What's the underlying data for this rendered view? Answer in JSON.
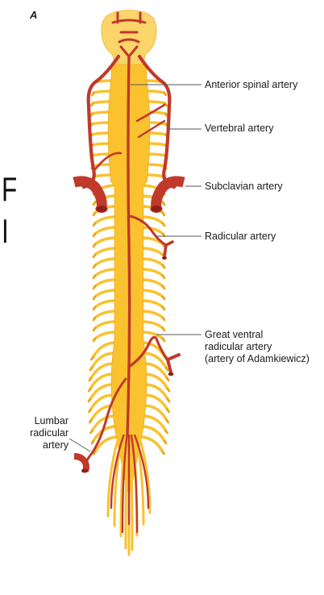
{
  "panel_letter": "A",
  "side_glyphs": [
    "F",
    "I"
  ],
  "colors": {
    "cord": "#f9c22e",
    "cord_dark": "#e9a414",
    "artery": "#c0392b",
    "artery_dark": "#8f2018",
    "leader": "#555555",
    "text": "#1a1a1a"
  },
  "labels": {
    "anterior_spinal": "Anterior spinal artery",
    "vertebral": "Vertebral artery",
    "subclavian": "Subclavian artery",
    "radicular": "Radicular artery",
    "great_ventral": "Great ventral\nradicular artery\n(artery of Adamkiewicz)",
    "lumbar": "Lumbar\nradicular\nartery"
  }
}
